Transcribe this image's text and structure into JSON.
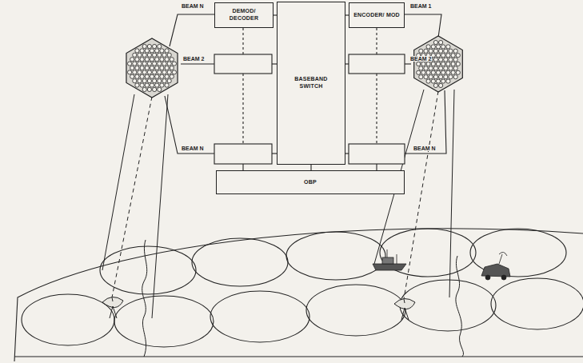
{
  "diagram": {
    "nodes": [
      {
        "text": [
          "DEMOD/ DECODER"
        ]
      },
      {
        "text": [
          "BASEBAND SWITCH"
        ]
      },
      {
        "text": [
          "ENCODER/ MOD"
        ]
      },
      {
        "text": [
          "OBP"
        ]
      }
    ],
    "edges": [
      {
        "from": 0,
        "to": 1,
        "arrow": "none"
      },
      {
        "from": 1,
        "to": 2,
        "arrow": "none"
      },
      {
        "from": 1,
        "to": 3,
        "arrow": "none"
      }
    ],
    "labels": [
      "BEAM N",
      "BEAM 2",
      "BEAM N",
      "BEAM 1",
      "BEAM 2",
      "BEAM N"
    ]
  }
}
